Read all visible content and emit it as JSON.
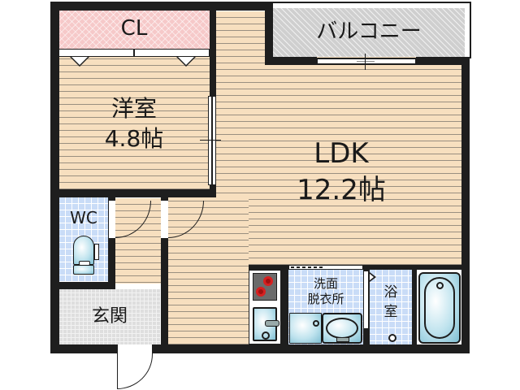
{
  "floor_plan": {
    "rooms": [
      {
        "id": "closet",
        "label": "CL"
      },
      {
        "id": "balcony",
        "label": "バルコニー"
      },
      {
        "id": "western_room",
        "label": "洋室",
        "area": "4.8帖"
      },
      {
        "id": "ldk",
        "label": "LDK",
        "area": "12.2帖"
      },
      {
        "id": "wc",
        "label": "WC"
      },
      {
        "id": "entrance",
        "label": "玄関"
      },
      {
        "id": "washroom",
        "label_line1": "洗面",
        "label_line2": "脱衣所"
      },
      {
        "id": "bathroom",
        "label_line1": "浴",
        "label_line2": "室"
      }
    ],
    "fixtures": [
      "stove",
      "kitchen-sink",
      "washing-machine-pan",
      "wash-basin",
      "toilet",
      "bathtub"
    ],
    "colors": {
      "wall": "#1e1e1e",
      "floor": "#f7dfbf",
      "floor_line": "#9a8f80",
      "closet": "#f6c9c9",
      "balcony": "#cfcfcf",
      "tile": "#c9dcf7",
      "entrance": "#dedede",
      "stove_burner": "#d62020",
      "fixture": "#7fbfd3"
    }
  }
}
